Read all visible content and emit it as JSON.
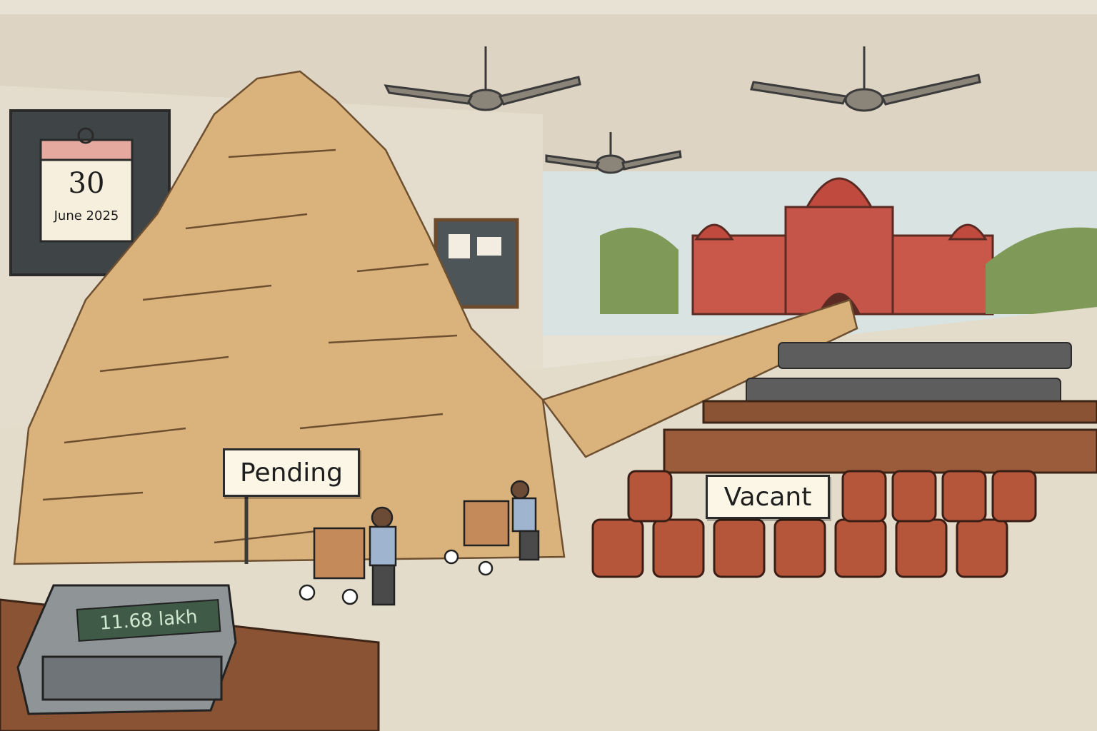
{
  "calendar": {
    "day": "30",
    "month_year": "June 2025"
  },
  "signs": {
    "pending": "Pending",
    "vacant": "Vacant"
  },
  "calculator": {
    "display": "11.68 lakh"
  },
  "colors": {
    "paper": "#e8e2d4",
    "files": "#d9b27c",
    "file_edge": "#8a6a3e",
    "chairs": "#b5563b",
    "dark_chairs": "#5d5d5d",
    "court_building": "#c9584a",
    "sky": "#d9e3e1",
    "wood": "#7a4a2e"
  }
}
